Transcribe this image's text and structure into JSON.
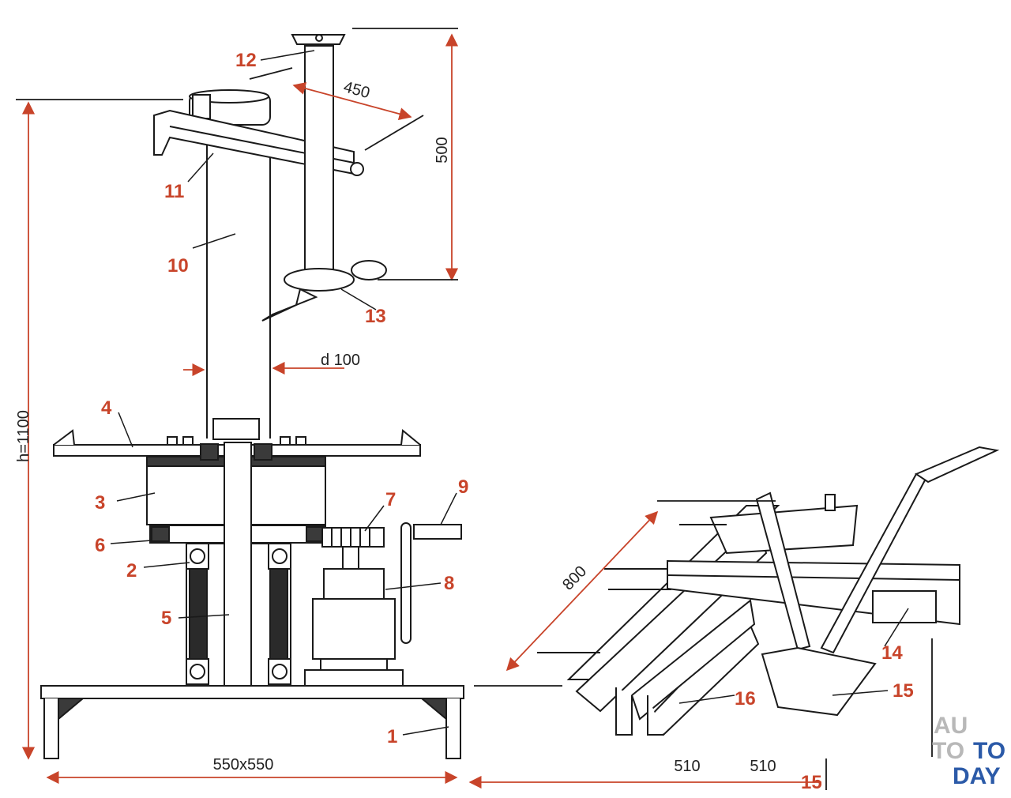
{
  "dimensions": {
    "height": "h=1100",
    "base": "550x550",
    "column_diameter": "d 100",
    "arm_length": "450",
    "vertical_travel": "500",
    "frame_length": "800",
    "span_1": "510",
    "span_2": "510",
    "span_end": "15"
  },
  "part_labels": [
    "1",
    "2",
    "3",
    "4",
    "5",
    "6",
    "7",
    "8",
    "9",
    "10",
    "11",
    "12",
    "13",
    "14",
    "15",
    "16"
  ],
  "watermark": {
    "line1": "AU",
    "line2a": "TO",
    "line2b": "TO",
    "line3": "DAY"
  },
  "colors": {
    "label": "#c8442a",
    "line": "#1a1a1a",
    "dimension_arrow": "#c8442a",
    "hatch_dark": "#2a2a2a",
    "watermark_gray": "#b8b8b8",
    "watermark_blue": "#2b5aa8"
  }
}
